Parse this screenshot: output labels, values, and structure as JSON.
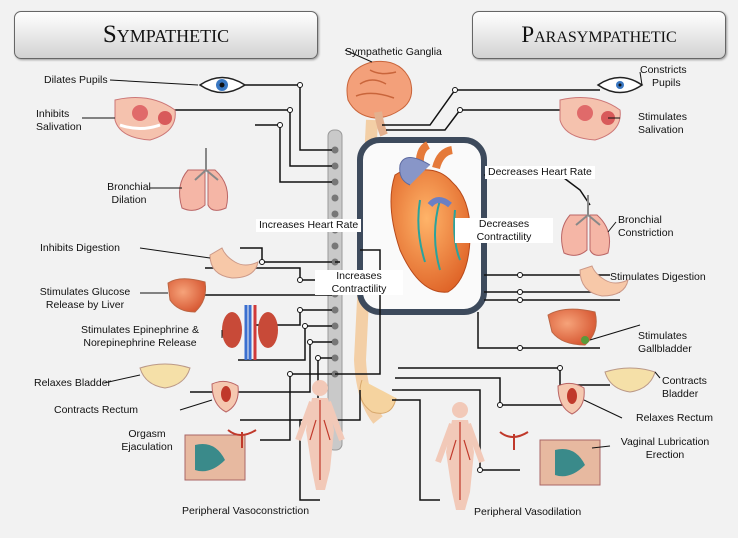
{
  "headers": {
    "left": "Sympathetic",
    "right": "Parasympathetic"
  },
  "center": {
    "ganglia": "Sympathetic Ganglia",
    "heart_labels": {
      "sym_rate": "Increases Heart Rate",
      "sym_contract_1": "Increases",
      "sym_contract_2": "Contractility",
      "para_rate": "Decreases Heart Rate",
      "para_contract_1": "Decreases",
      "para_contract_2": "Contractility"
    }
  },
  "sympathetic": {
    "pupils": "Dilates Pupils",
    "saliva_1": "Inhibits",
    "saliva_2": "Salivation",
    "bronchi_1": "Bronchial",
    "bronchi_2": "Dilation",
    "digestion": "Inhibits Digestion",
    "glucose_1": "Stimulates Glucose",
    "glucose_2": "Release by Liver",
    "epi_1": "Stimulates Epinephrine &",
    "epi_2": "Norepinephrine Release",
    "bladder": "Relaxes Bladder",
    "rectum": "Contracts Rectum",
    "sex_1": "Orgasm",
    "sex_2": "Ejaculation",
    "vessels": "Peripheral Vasoconstriction"
  },
  "parasympathetic": {
    "pupils_1": "Constricts",
    "pupils_2": "Pupils",
    "saliva_1": "Stimulates",
    "saliva_2": "Salivation",
    "bronchi_1": "Bronchial",
    "bronchi_2": "Constriction",
    "digestion": "Stimulates Digestion",
    "gall_1": "Stimulates",
    "gall_2": "Gallbladder",
    "bladder_1": "Contracts",
    "bladder_2": "Bladder",
    "rectum": "Relaxes Rectum",
    "sex_1": "Vaginal Lubrication",
    "sex_2": "Erection",
    "vessels": "Peripheral Vasodilation"
  },
  "colors": {
    "nerve": "#111111",
    "organ": "#e8663c",
    "heart": "#f08a3a",
    "skin": "#f2c9b8",
    "spine": "#bdbdbd",
    "box": "#3d4a5c"
  }
}
